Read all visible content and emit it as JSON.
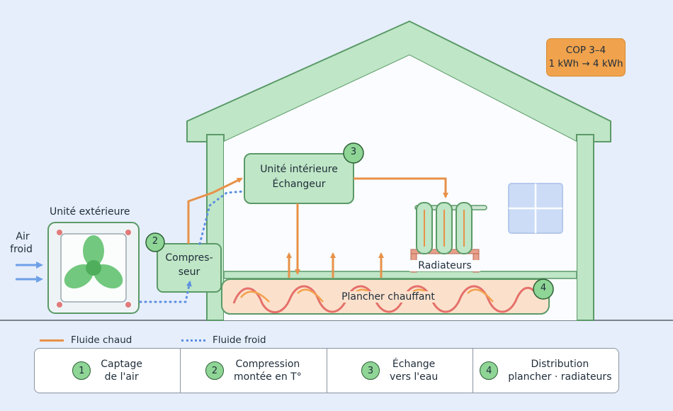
{
  "diagram": {
    "cop": {
      "title": "COP 3–4",
      "ratio": "1 kWh → 4 kWh"
    },
    "outdoor_unit": {
      "label": "Unité extérieure"
    },
    "air_in": {
      "line1": "Air",
      "line2": "froid"
    },
    "compressor": {
      "number": "2",
      "line1": "Compres-",
      "line2": "seur"
    },
    "indoor_unit": {
      "number": "3",
      "line1": "Unité intérieure",
      "line2": "Échangeur"
    },
    "radiators": {
      "label": "Radiateurs"
    },
    "floor": {
      "number": "4",
      "label": "Plancher chauffant"
    },
    "legend": {
      "hot": "Fluide chaud",
      "cold": "Fluide froid"
    },
    "colors": {
      "hot": "#e89148",
      "cold": "#5b8ee0",
      "green": "#8fd596",
      "orange_badge": "#f0a24c"
    }
  },
  "steps": [
    {
      "number": "1",
      "line1": "Captage",
      "line2": "de l'air"
    },
    {
      "number": "2",
      "line1": "Compression",
      "line2": "montée en T°"
    },
    {
      "number": "3",
      "line1": "Échange",
      "line2": "vers l'eau"
    },
    {
      "number": "4",
      "line1": "Distribution",
      "line2": "plancher · radiateurs"
    }
  ]
}
